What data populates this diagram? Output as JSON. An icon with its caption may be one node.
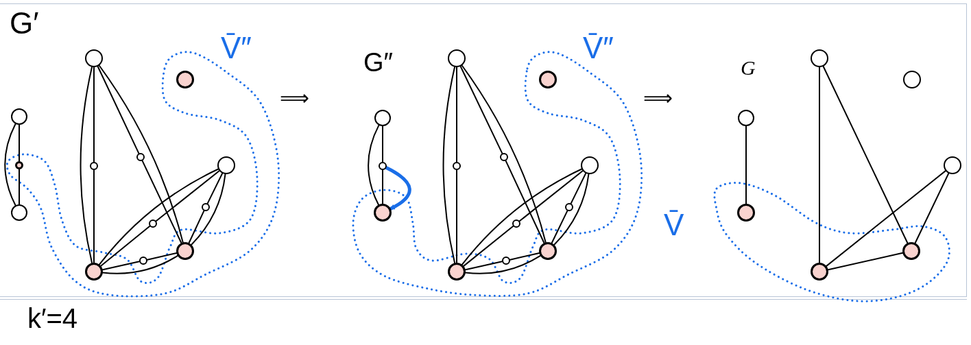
{
  "diagram": {
    "nodes": [
      {
        "text": [],
        "shape": "circle"
      },
      {
        "text": [],
        "shape": "circle"
      },
      {
        "text": [],
        "shape": "circle"
      },
      {
        "text": [],
        "shape": "circle"
      },
      {
        "text": [],
        "shape": "circle"
      },
      {
        "text": [],
        "shape": "circle"
      },
      {
        "text": [],
        "shape": "circle"
      },
      {
        "text": [],
        "shape": "circle"
      },
      {
        "text": [],
        "shape": "circle"
      },
      {
        "text": [],
        "shape": "circle"
      },
      {
        "text": [],
        "shape": "circle"
      },
      {
        "text": [],
        "shape": "circle"
      },
      {
        "text": [],
        "shape": "circle"
      },
      {
        "text": [],
        "shape": "circle"
      },
      {
        "text": [],
        "shape": "circle"
      },
      {
        "text": [],
        "shape": "circle"
      },
      {
        "text": [],
        "shape": "circle"
      },
      {
        "text": [],
        "shape": "circle"
      },
      {
        "text": [],
        "shape": "circle"
      },
      {
        "text": [],
        "shape": "circle"
      },
      {
        "text": [],
        "shape": "circle"
      },
      {
        "text": [],
        "shape": "circle"
      },
      {
        "text": [],
        "shape": "circle"
      },
      {
        "text": [],
        "shape": "circle"
      },
      {
        "text": [],
        "shape": "circle"
      },
      {
        "text": [],
        "shape": "circle"
      },
      {
        "text": [],
        "shape": "circle"
      },
      {
        "text": [],
        "shape": "circle"
      },
      {
        "text": [],
        "shape": "circle"
      },
      {
        "text": [],
        "shape": "circle"
      },
      {
        "text": [],
        "shape": "circle"
      },
      {
        "text": [],
        "shape": "circle"
      },
      {
        "text": [],
        "shape": "circle"
      }
    ],
    "edges": [
      {
        "from": 2,
        "to": 4,
        "arrow": "none"
      },
      {
        "from": 2,
        "to": 3,
        "arrow": "none"
      },
      {
        "from": 3,
        "to": 4,
        "arrow": "none"
      },
      {
        "from": 0,
        "to": 12,
        "arrow": "none"
      },
      {
        "from": 0,
        "to": 5,
        "arrow": "none"
      },
      {
        "from": 5,
        "to": 12,
        "arrow": "none"
      },
      {
        "from": 0,
        "to": 6,
        "arrow": "none"
      },
      {
        "from": 6,
        "to": 11,
        "arrow": "none"
      },
      {
        "from": 0,
        "to": 11,
        "arrow": "none"
      },
      {
        "from": 7,
        "to": 12,
        "arrow": "none"
      },
      {
        "from": 7,
        "to": 9,
        "arrow": "none"
      },
      {
        "from": 9,
        "to": 12,
        "arrow": "none"
      },
      {
        "from": 7,
        "to": 8,
        "arrow": "none"
      },
      {
        "from": 8,
        "to": 11,
        "arrow": "none"
      },
      {
        "from": 7,
        "to": 11,
        "arrow": "none"
      },
      {
        "from": 12,
        "to": 10,
        "arrow": "none"
      },
      {
        "from": 10,
        "to": 11,
        "arrow": "none"
      },
      {
        "from": 12,
        "to": 11,
        "arrow": "none"
      },
      {
        "from": 15,
        "to": 17,
        "arrow": "none"
      },
      {
        "from": 15,
        "to": 16,
        "arrow": "none"
      },
      {
        "from": 16,
        "to": 17,
        "arrow": "none"
      },
      {
        "from": 16,
        "to": 17,
        "arrow": "to",
        "style": "thick",
        "color": "#1a6ee8"
      },
      {
        "from": 13,
        "to": 25,
        "arrow": "none"
      },
      {
        "from": 13,
        "to": 18,
        "arrow": "none"
      },
      {
        "from": 18,
        "to": 25,
        "arrow": "none"
      },
      {
        "from": 13,
        "to": 19,
        "arrow": "none"
      },
      {
        "from": 19,
        "to": 24,
        "arrow": "none"
      },
      {
        "from": 13,
        "to": 24,
        "arrow": "none"
      },
      {
        "from": 20,
        "to": 25,
        "arrow": "none"
      },
      {
        "from": 20,
        "to": 22,
        "arrow": "none"
      },
      {
        "from": 22,
        "to": 25,
        "arrow": "none"
      },
      {
        "from": 20,
        "to": 21,
        "arrow": "none"
      },
      {
        "from": 21,
        "to": 24,
        "arrow": "none"
      },
      {
        "from": 20,
        "to": 24,
        "arrow": "none"
      },
      {
        "from": 25,
        "to": 23,
        "arrow": "none"
      },
      {
        "from": 23,
        "to": 24,
        "arrow": "none"
      },
      {
        "from": 25,
        "to": 24,
        "arrow": "none"
      },
      {
        "from": 28,
        "to": 30,
        "arrow": "none"
      },
      {
        "from": 26,
        "to": 32,
        "arrow": "none"
      },
      {
        "from": 26,
        "to": 31,
        "arrow": "none"
      },
      {
        "from": 29,
        "to": 32,
        "arrow": "none"
      },
      {
        "from": 29,
        "to": 31,
        "arrow": "none"
      },
      {
        "from": 32,
        "to": 31,
        "arrow": "none"
      }
    ],
    "labels": [
      "G′",
      "V̄″",
      "⟹",
      "G″",
      "V̄″",
      "⟹",
      "G",
      "V̄",
      "k′=4"
    ]
  }
}
